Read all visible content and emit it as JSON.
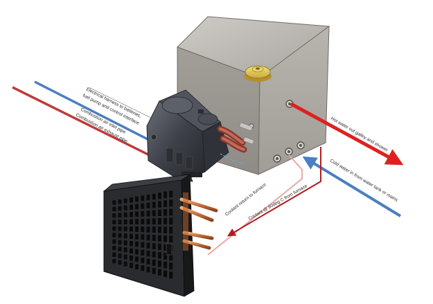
{
  "labels": {
    "harness_line1": "Electrical harness to batteries,",
    "harness_line2": "fuel pump and control interface",
    "inlet": "Combustion air inlet pipe",
    "exhaust": "Combustion air exhaust pipe",
    "hot_water": "Hot water out galley and shower",
    "cold_water": "Cold water in from water tank or mains",
    "coolant_return": "Coolant return to furnace",
    "coolant_supply": "Coolant @ 80deg C from furnace"
  },
  "colors": {
    "hot_line": "#c0393b",
    "cold_line": "#4a7fc1",
    "hot_arrow": "#e02020",
    "coolant_return_line": "#e8a8a8",
    "coolant_supply_line": "#b01e1e",
    "tank_body": "#a9a5a0",
    "heater_body": "#3a3d44",
    "grille": "#1c1c1e",
    "copper": "#c8703a"
  },
  "icons": {
    "cap": "pressure-cap-icon",
    "port": "pipe-port-icon",
    "fan": "fan-grille-icon"
  }
}
